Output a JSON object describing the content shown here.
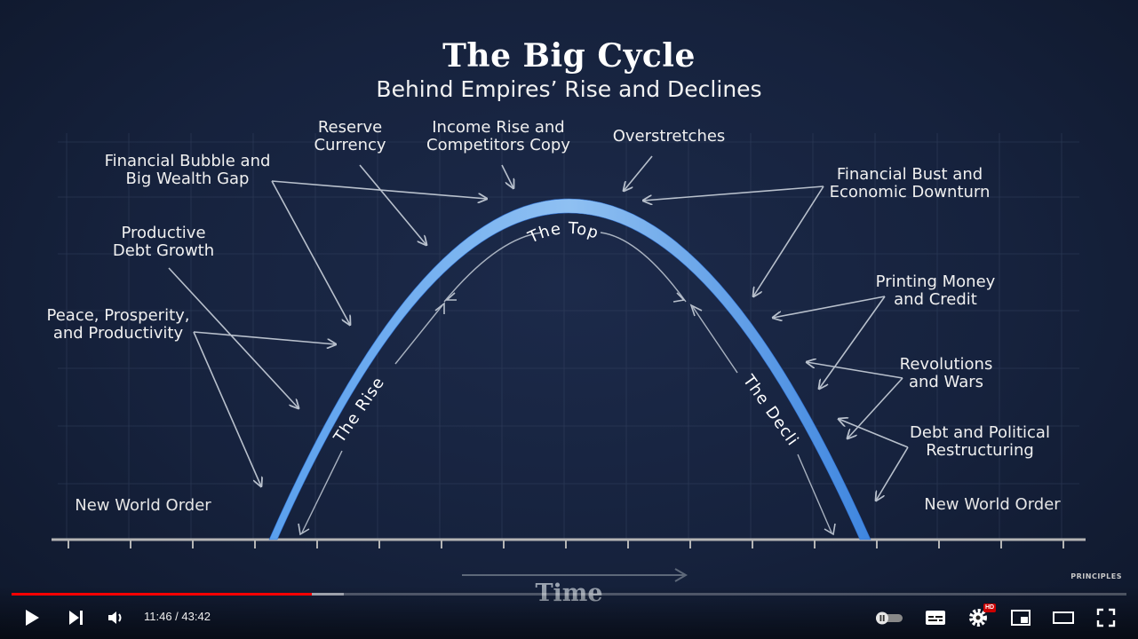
{
  "video": {
    "title": "The Big Cycle",
    "subtitle": "Behind Empires’ Rise and Declines",
    "arc_labels": {
      "rise": "The Rise",
      "top": "The Top",
      "decline": "The Decline"
    },
    "annotations": {
      "reserve_currency": [
        "Reserve",
        "Currency"
      ],
      "income_rise": [
        "Income Rise and",
        "Competitors Copy"
      ],
      "overstretches": [
        "Overstretches"
      ],
      "financial_bubble": [
        "Financial Bubble and",
        "Big Wealth Gap"
      ],
      "financial_bust": [
        "Financial Bust and",
        "Economic Downturn"
      ],
      "productive_debt": [
        "Productive",
        "Debt Growth"
      ],
      "printing_money": [
        "Printing Money",
        "and Credit"
      ],
      "peace_prosperity": [
        "Peace, Prosperity,",
        "and Productivity"
      ],
      "revolutions": [
        "Revolutions",
        "and Wars"
      ],
      "debt_political": [
        "Debt and Political",
        "Restructuring"
      ]
    },
    "new_world_order_left": "New World Order",
    "new_world_order_right": "New World Order",
    "axis_label": "Time",
    "brand": "PRINCIPLES"
  },
  "player": {
    "current_time": "11:46",
    "duration": "43:42",
    "time_text": "11:46 / 43:42",
    "progress_fraction": 0.269,
    "buffered_fraction": 0.298,
    "hd_badge": "HD",
    "buttons": {
      "play": "play-icon",
      "next": "next-icon",
      "volume": "volume-icon",
      "autoplay": "autoplay-toggle-icon",
      "subtitles": "subtitles-icon",
      "settings": "gear-icon",
      "miniplayer": "miniplayer-icon",
      "theater": "theater-mode-icon",
      "fullscreen": "fullscreen-icon"
    },
    "colors": {
      "progress": "#ff0000",
      "arc_light": "#8fc0f2",
      "arc_dark": "#3f86df",
      "background": "#16223d"
    }
  }
}
